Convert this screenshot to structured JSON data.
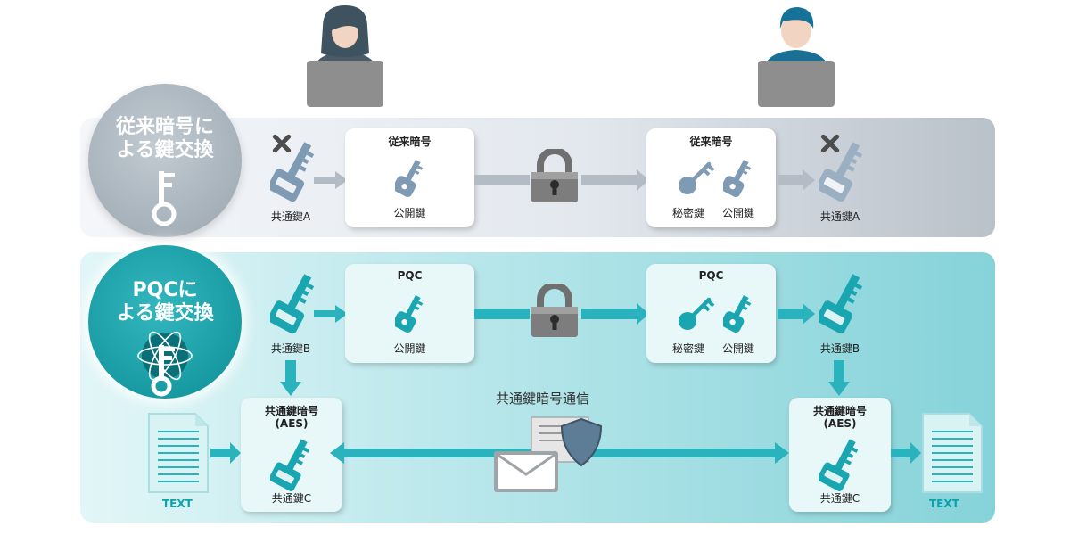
{
  "legacy": {
    "title_line1": "従来暗号に",
    "title_line2": "よる鍵交換",
    "left_key_label": "共通鍵A",
    "right_key_label": "共通鍵A",
    "public_box_title": "従来暗号",
    "public_key_label": "公開鍵",
    "pair_box_title": "従来暗号",
    "secret_key_label": "秘密鍵",
    "pair_public_label": "公開鍵"
  },
  "pqc": {
    "title_line1": "PQCに",
    "title_line2": "よる鍵交換",
    "left_key_label": "共通鍵B",
    "right_key_label": "共通鍵B",
    "public_box_title": "PQC",
    "public_key_label": "公開鍵",
    "pair_box_title": "PQC",
    "secret_key_label": "秘密鍵",
    "pair_public_label": "公開鍵",
    "aes_left_title1": "共通鍵暗号",
    "aes_left_title2": "(AES)",
    "aes_left_key_label": "共通鍵C",
    "aes_right_title1": "共通鍵暗号",
    "aes_right_title2": "(AES)",
    "aes_right_key_label": "共通鍵C",
    "comm_label": "共通鍵暗号通信",
    "text_left": "TEXT",
    "text_right": "TEXT"
  },
  "colors": {
    "teal": "#1aa6b0",
    "arrow_teal": "#2bb3bd",
    "legacy_key": "#7f9ab3",
    "arrow_gray": "#b3bcc4",
    "cross": "#4d4d4d"
  }
}
